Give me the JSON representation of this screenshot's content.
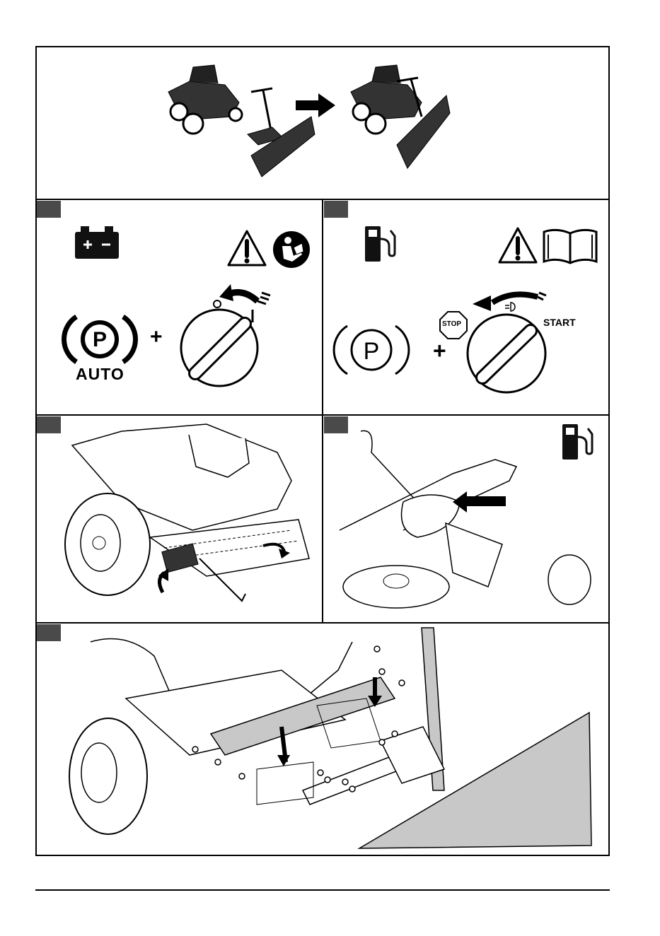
{
  "panel_a": {
    "label": "AUTO"
  },
  "panel_b": {
    "stop_label": "STOP",
    "start_label": "START"
  },
  "icons": [
    "tractor-icon",
    "plow-blade-icon",
    "arrow-right-icon",
    "battery-icon",
    "warning-icon",
    "read-manual-icon",
    "parking-brake-icon",
    "ignition-key-icon",
    "fuel-pump-icon",
    "manual-book-icon",
    "stop-icon",
    "headlight-icon"
  ],
  "colors": {
    "step_box": "#4a4a4a",
    "plow_fill": "#c8c8c8",
    "line": "#000000"
  }
}
